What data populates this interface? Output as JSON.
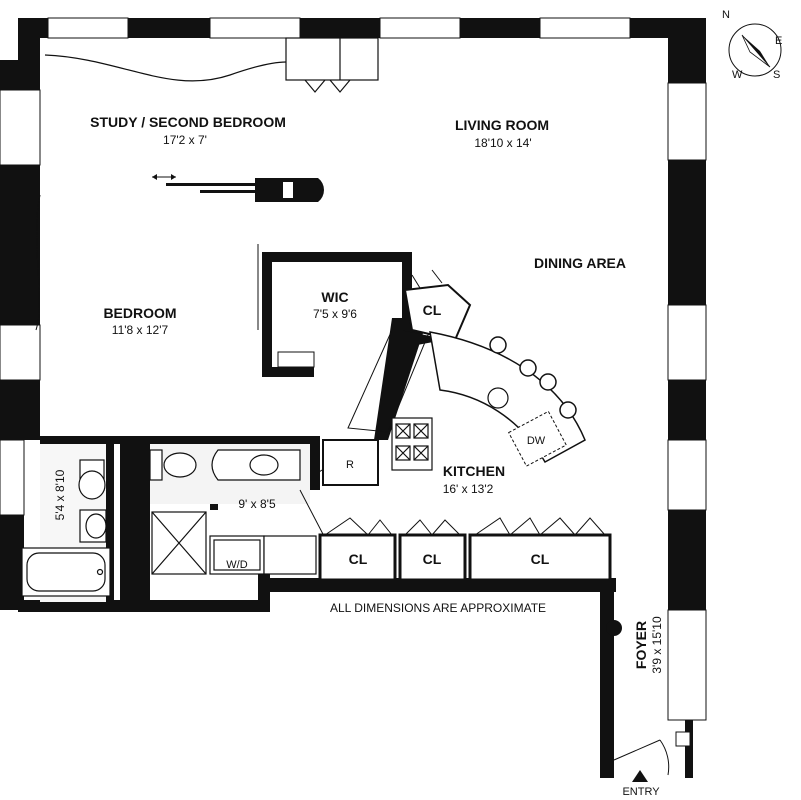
{
  "rooms": {
    "study": {
      "name": "STUDY / SECOND BEDROOM",
      "dim": "17'2 x 7'"
    },
    "living": {
      "name": "LIVING ROOM",
      "dim": "18'10 x 14'"
    },
    "dining": {
      "name": "DINING AREA"
    },
    "bedroom": {
      "name": "BEDROOM",
      "dim": "11'8 x 12'7"
    },
    "wic": {
      "name": "WIC",
      "dim": "7'5 x 9'6"
    },
    "kitchen": {
      "name": "KITCHEN",
      "dim": "16' x 13'2"
    },
    "bath1": {
      "dim": "5'4 x 8'10"
    },
    "bath2": {
      "dim": "9' x 8'5"
    },
    "foyer": {
      "name": "FOYER",
      "dim": "3'9 x 15'10"
    }
  },
  "fixtures": {
    "closet": "CL",
    "refrigerator": "R",
    "dishwasher": "DW",
    "washer_dryer": "W/D"
  },
  "note": "ALL DIMENSIONS ARE APPROXIMATE",
  "entry": "ENTRY",
  "compass": {
    "n": "N",
    "e": "E",
    "s": "S",
    "w": "W"
  }
}
